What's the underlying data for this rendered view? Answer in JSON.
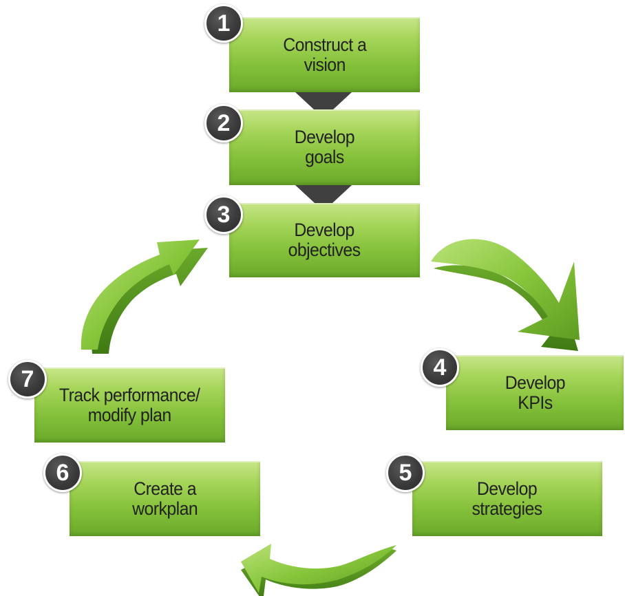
{
  "steps": [
    {
      "number": "1",
      "label": "Construct a\nvision"
    },
    {
      "number": "2",
      "label": "Develop\ngoals"
    },
    {
      "number": "3",
      "label": "Develop\nobjectives"
    },
    {
      "number": "4",
      "label": "Develop\nKPIs"
    },
    {
      "number": "5",
      "label": "Develop\nstrategies"
    },
    {
      "number": "6",
      "label": "Create a\nworkplan"
    },
    {
      "number": "7",
      "label": "Track performance/\nmodify plan"
    }
  ],
  "colors": {
    "box_green": "#86c23b",
    "badge_dark": "#3b3b3b",
    "connector_dark": "#404040",
    "arrow_green": "#7dc12e"
  }
}
